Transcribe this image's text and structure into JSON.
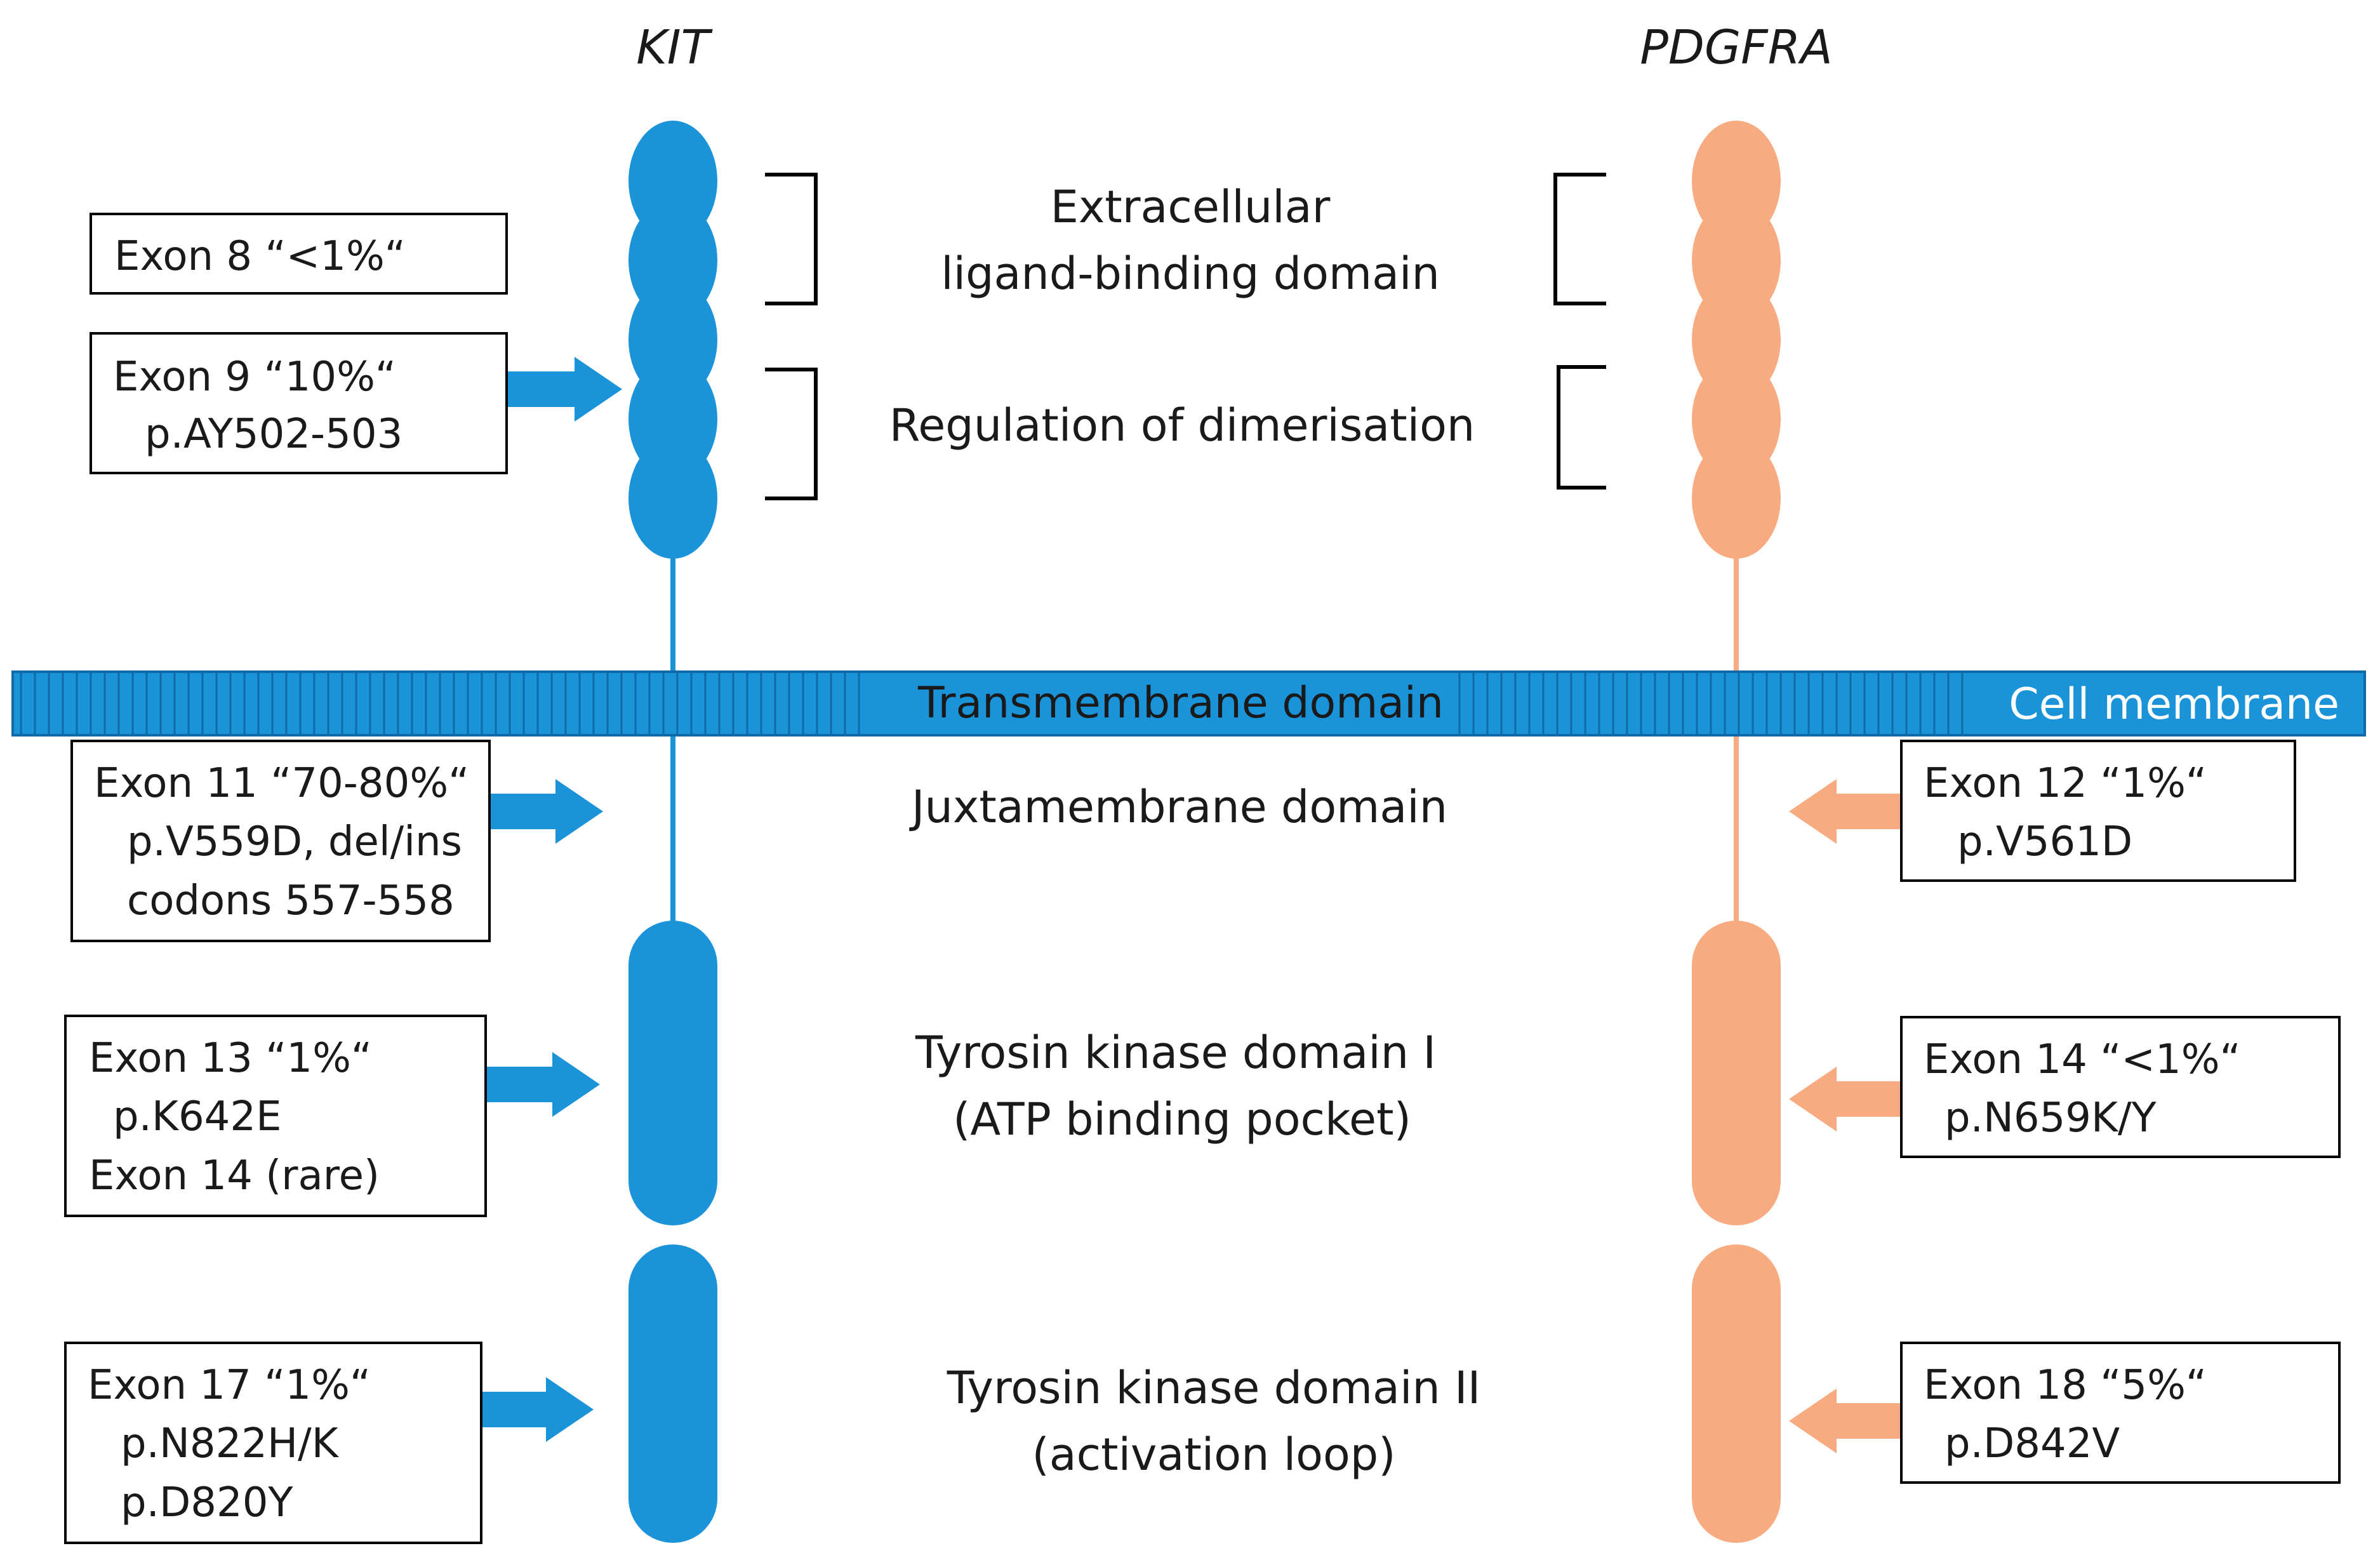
{
  "genes": {
    "kit": "KIT",
    "pdgfra": "PDGFRA"
  },
  "colors": {
    "kit": "#1b93d9",
    "pdgfra": "#f8ab80",
    "membrane": "#1b93d9",
    "box_border": "#000000",
    "text": "#1a1a1a"
  },
  "domains": {
    "extracellular_line1": "Extracellular",
    "extracellular_line2": "ligand-binding domain",
    "dimerisation": "Regulation of dimerisation",
    "transmembrane": "Transmembrane domain",
    "cell_membrane": "Cell membrane",
    "juxtamembrane": "Juxtamembrane domain",
    "tk1_line1": "Tyrosin kinase domain I",
    "tk1_line2": "(ATP binding pocket)",
    "tk2_line1": "Tyrosin kinase domain II",
    "tk2_line2": "(activation loop)"
  },
  "kit_boxes": {
    "exon8": {
      "line1": "Exon 8 “<1%“"
    },
    "exon9": {
      "line1": "Exon 9 “10%“",
      "line2": "p.AY502-503"
    },
    "exon11": {
      "line1": "Exon 11 “70-80%“",
      "line2": "p.V559D, del/ins",
      "line3": "codons 557-558"
    },
    "exon13": {
      "line1": "Exon 13 “1%“",
      "line2": "p.K642E",
      "line3": "Exon 14 (rare)"
    },
    "exon17": {
      "line1": "Exon 17 “1%“",
      "line2": "p.N822H/K",
      "line3": "p.D820Y"
    }
  },
  "pdgfra_boxes": {
    "exon12": {
      "line1": "Exon 12 “1%“",
      "line2": "p.V561D"
    },
    "exon14": {
      "line1": "Exon 14 “<1%“",
      "line2": "p.N659K/Y"
    },
    "exon18": {
      "line1": "Exon 18 “5%“",
      "line2": "p.D842V"
    }
  }
}
